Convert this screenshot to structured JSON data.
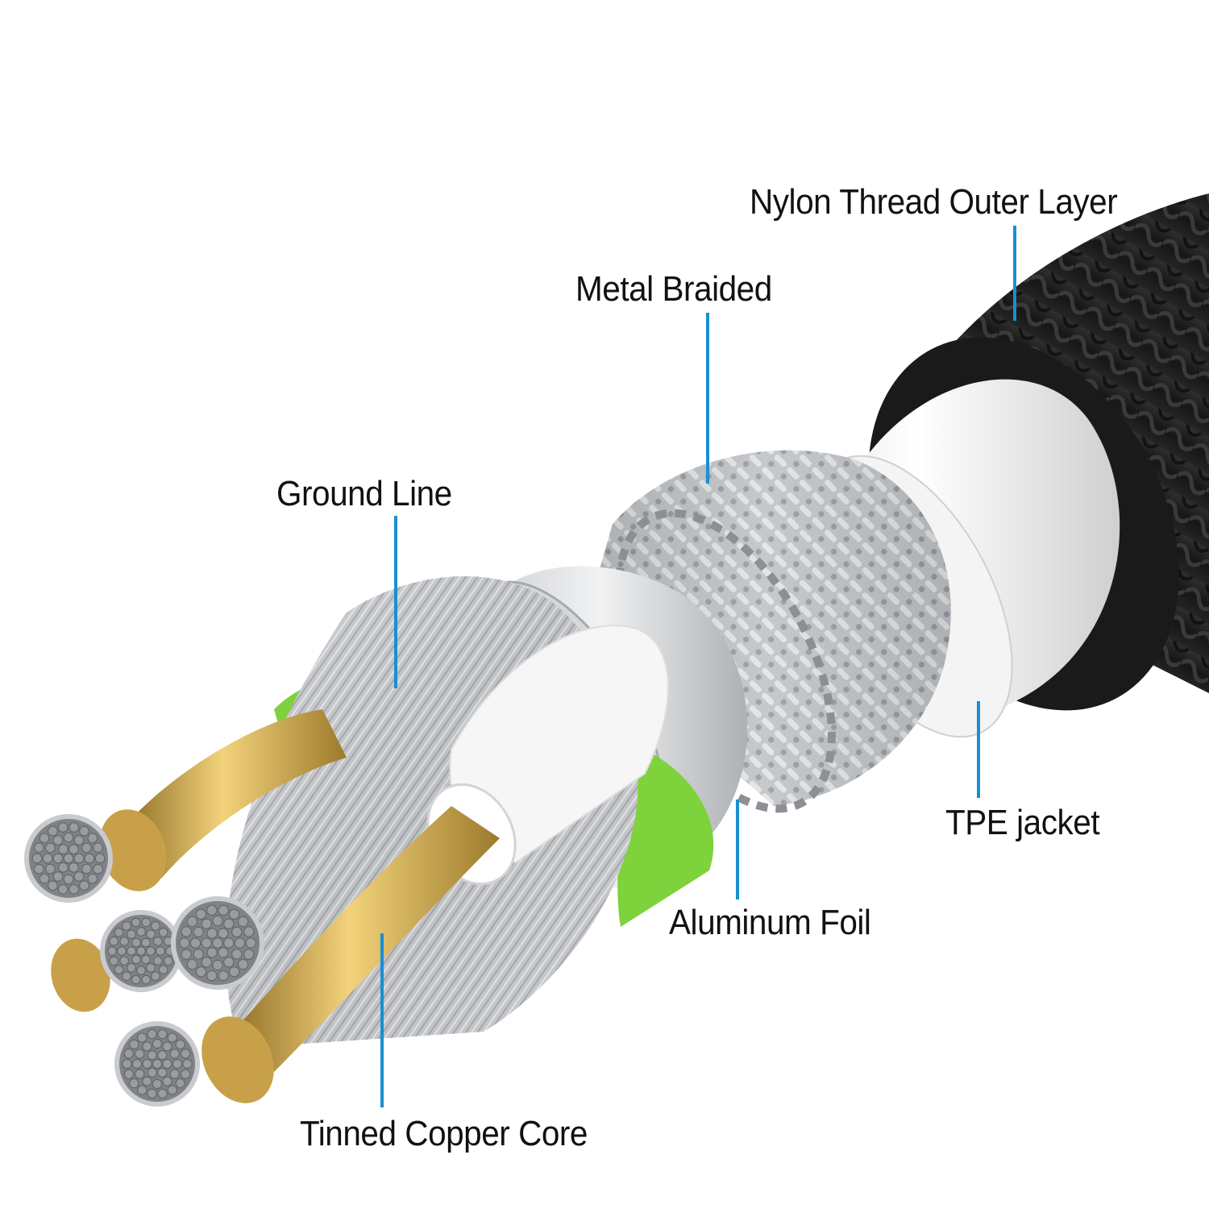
{
  "labels": {
    "nylon_outer_layer": "Nylon Thread Outer Layer",
    "metal_braided": "Metal Braided",
    "ground_line": "Ground Line",
    "tpe_jacket": "TPE jacket",
    "aluminum_foil": "Aluminum Foil",
    "tinned_copper_core": "Tinned Copper Core"
  },
  "colors": {
    "leader_line": "#1a8fd0",
    "nylon_braid": "#1c1c1c",
    "tpe_jacket": "#f4f4f4",
    "metal_braid": "#b9bcc0",
    "aluminum_foil": "#d6d8da",
    "tinned_copper": "#9a9c9f",
    "copper_core": "#c9a04a",
    "ground_insulation": "#7ed23c"
  }
}
